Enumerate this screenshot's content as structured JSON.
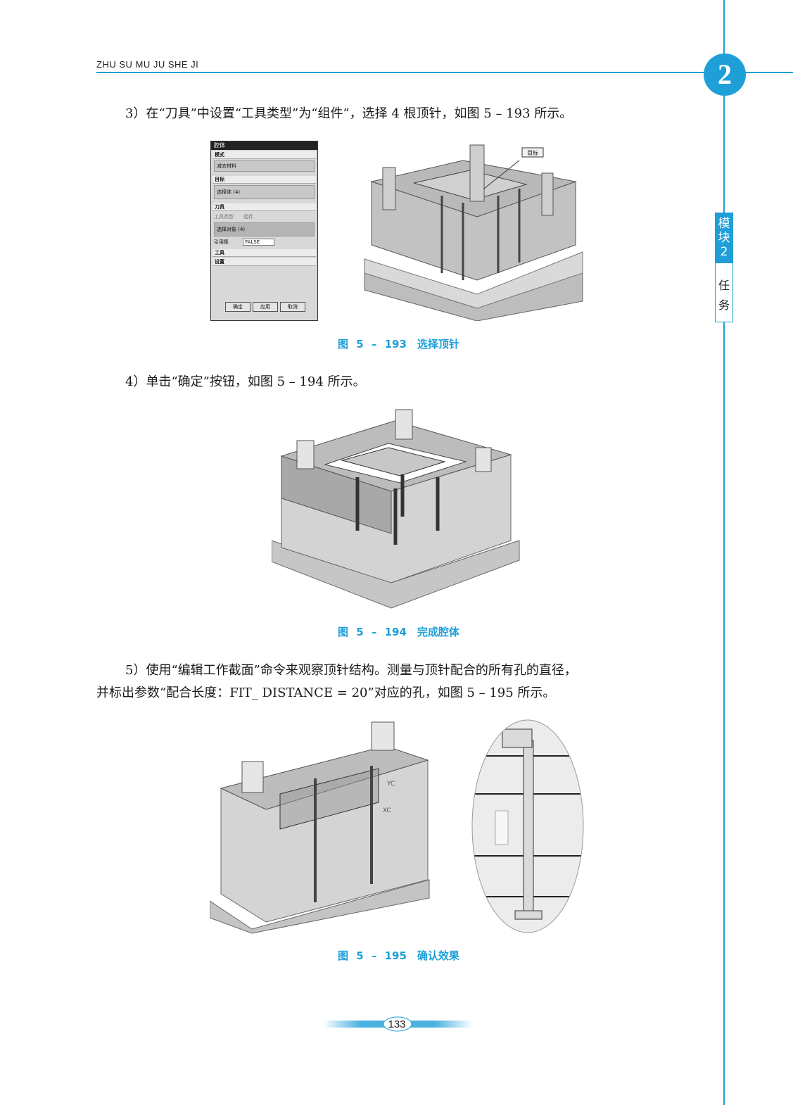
{
  "header": {
    "running_title": "ZHU SU MU JU SHE JI",
    "chapter_number": "2"
  },
  "side_tab": {
    "top": [
      "模",
      "块",
      "2"
    ],
    "bottom": [
      "任",
      "务"
    ]
  },
  "step3": {
    "text": "3）在“刀具”中设置“工具类型”为“组件”，选择 4 根顶针，如图 5 – 193 所示。"
  },
  "dialog": {
    "title": "腔体",
    "mode_label": "模式",
    "mode_value": "减去材料",
    "target_label": "目标",
    "target_select": "选择体 (4)",
    "tool_label": "刀具",
    "tool_type_label": "工具类型",
    "tool_type_value": "组件",
    "select_object": "选择对象 (4)",
    "refset_label": "引用集",
    "refset_value": "FALSE",
    "tools_label": "工具",
    "settings_label": "设置",
    "ok": "确定",
    "apply": "应用",
    "cancel": "取消"
  },
  "fig193": {
    "target_tag": "目标",
    "caption": "图 5 – 193　选择顶针"
  },
  "step4": {
    "text": "4）单击“确定”按钮，如图 5 – 194 所示。"
  },
  "fig194": {
    "caption": "图 5 – 194　完成腔体"
  },
  "step5": {
    "line1": "5）使用“编辑工作截面”命令来观察顶针结构。测量与顶针配合的所有孔的直径，",
    "line2": "并标出参数“配合长度：FIT_ DISTANCE = 20”对应的孔，如图 5 – 195 所示。"
  },
  "fig195": {
    "axis_yc": "YC",
    "axis_xc": "XC",
    "caption": "图 5 – 195　确认效果"
  },
  "page_number": "133",
  "colors": {
    "accent": "#1e9fd8"
  }
}
